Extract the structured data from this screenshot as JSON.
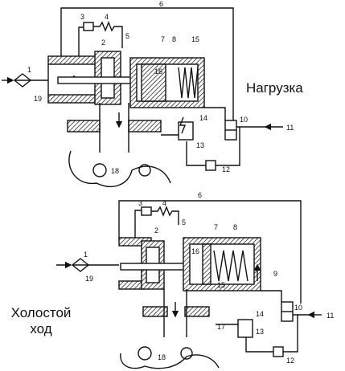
{
  "panels": {
    "load": {
      "mode_label": "Нагрузка",
      "callouts": [
        "1",
        "2",
        "3",
        "4",
        "5",
        "6",
        "7",
        "8",
        "10",
        "11",
        "12",
        "13",
        "14",
        "15",
        "16",
        "18",
        "19"
      ]
    },
    "idle": {
      "mode_label_line1": "Холостой",
      "mode_label_line2": "ход",
      "callouts": [
        "1",
        "2",
        "3",
        "4",
        "5",
        "6",
        "7",
        "8",
        "9",
        "10",
        "11",
        "12",
        "13",
        "14",
        "15",
        "16",
        "17",
        "18",
        "19"
      ]
    }
  },
  "colors": {
    "line": "#111111",
    "background": "#ffffff"
  }
}
